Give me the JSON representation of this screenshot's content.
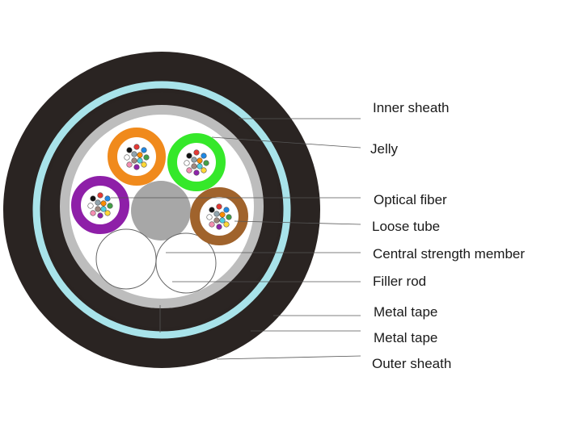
{
  "labels": [
    "Inner sheath",
    "Jelly",
    "Optical fiber",
    "Loose tube",
    "Central strength member",
    "Filler rod",
    "Metal tape",
    "Metal tape",
    "Outer sheath"
  ],
  "colors": {
    "outer_sheath": "#2a2422",
    "gap_ring": "#1f1b1a",
    "metal_tape_outer": "#a8e3ea",
    "inner_sheath": "#2b2523",
    "metal_tape_inner": "#bdbdbd",
    "core_fill": "#ffffff",
    "strength_member": "#a7a7a7",
    "filler_rod": "#ffffff",
    "leader_line": "#555555",
    "tube_orange": "#f08a1c",
    "tube_green": "#35e82a",
    "tube_purple": "#8e1fa8",
    "tube_brown": "#a0632c"
  },
  "fiber_colors": [
    "#e53935",
    "#1e88e5",
    "#43a047",
    "#fdd835",
    "#8e24aa",
    "#f48fb1",
    "#ffffff",
    "#111111",
    "#90a4ae",
    "#fb8c00",
    "#4dd0e1",
    "#a1887f"
  ]
}
